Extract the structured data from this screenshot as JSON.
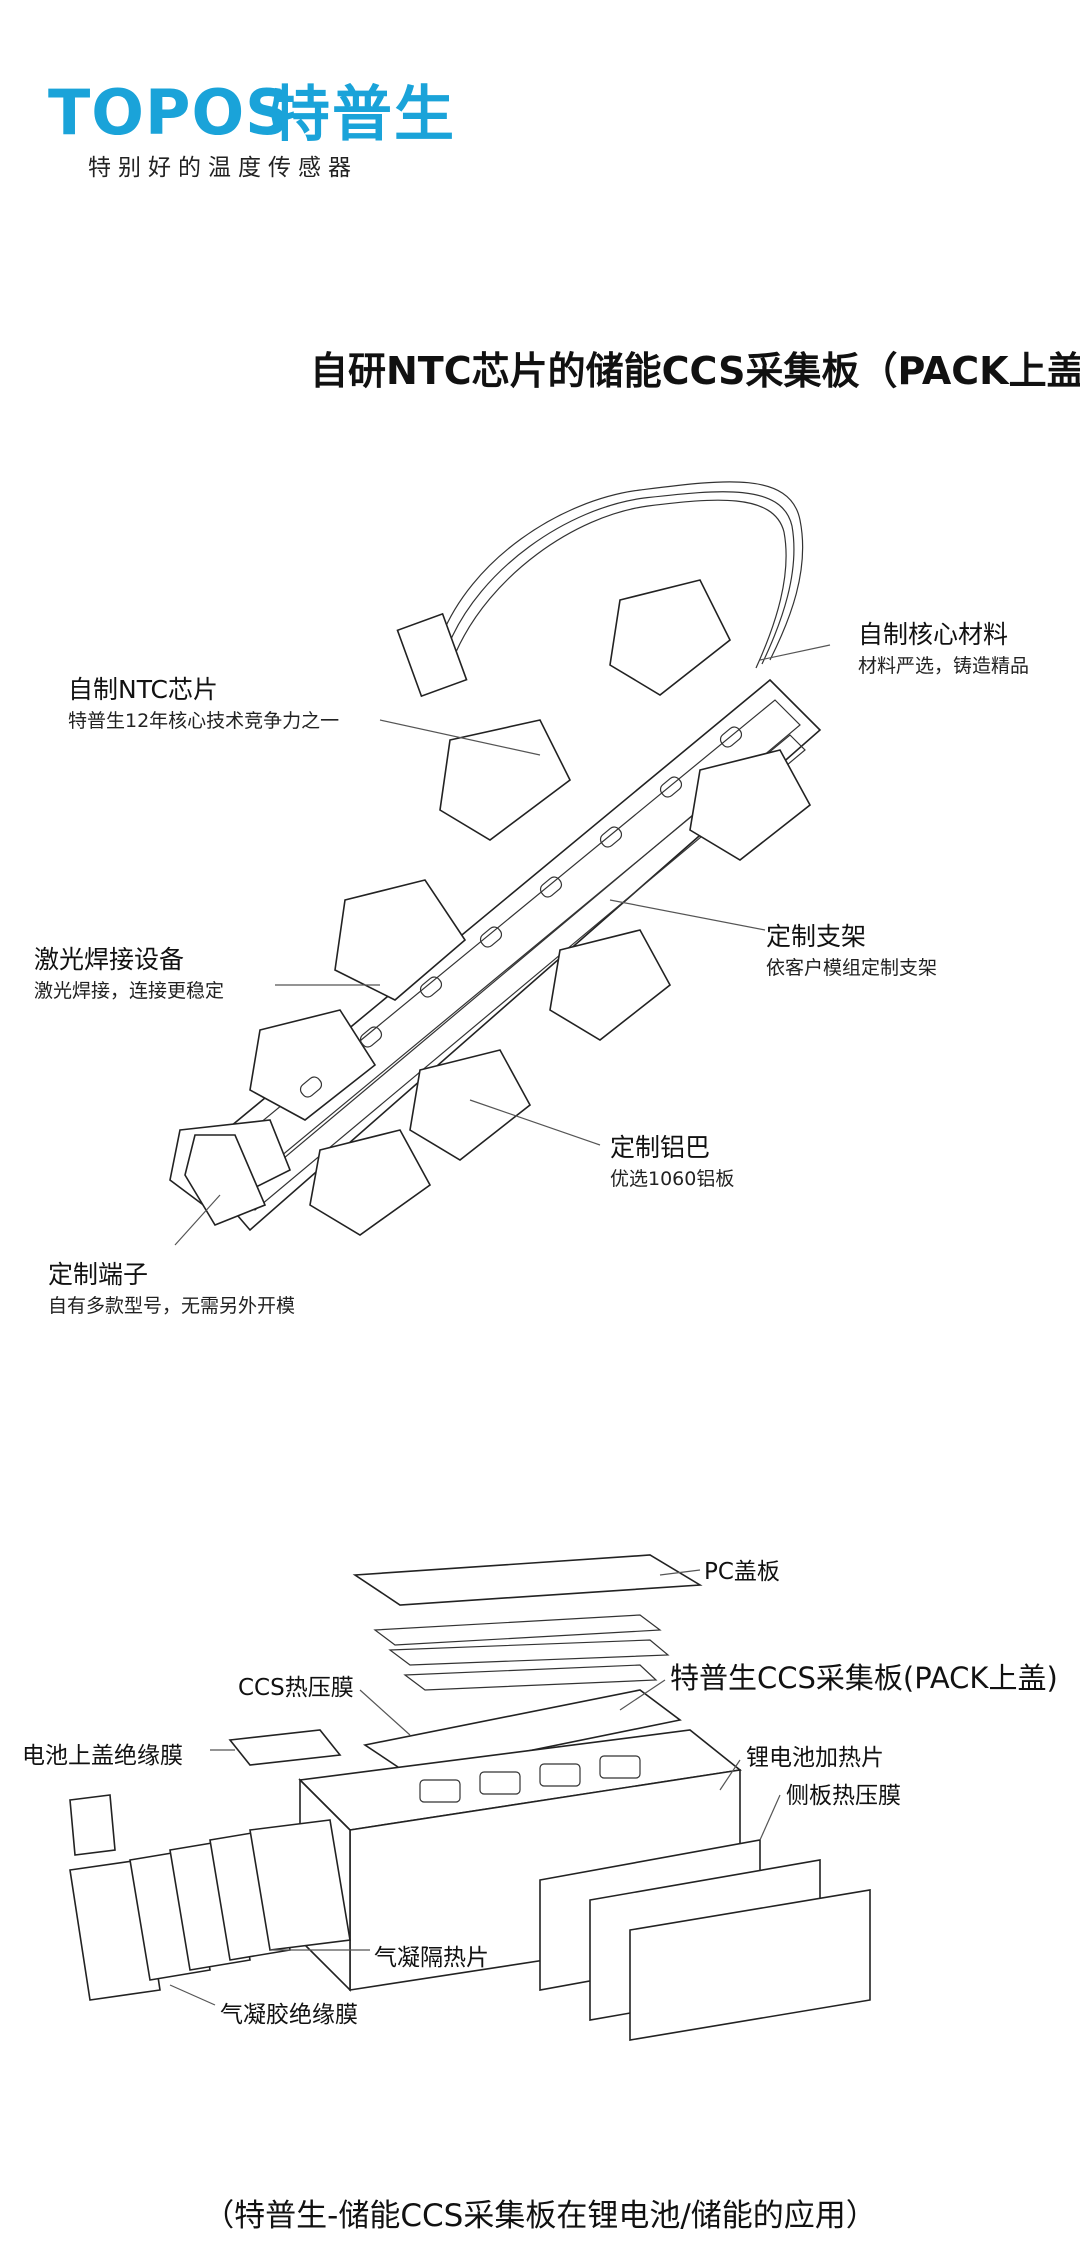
{
  "brand": {
    "wordmark": "TOPOS",
    "name_cn": "特普生",
    "tagline": "特别好的温度传感器",
    "color": "#1aa3d9"
  },
  "main_title": "自研NTC芯片的储能CCS采集板（PACK上盖）",
  "callouts": [
    {
      "title": "自制NTC芯片",
      "subtitle": "特普生12年核心技术竞争力之一"
    },
    {
      "title": "自制核心材料",
      "subtitle": "材料严选，铸造精品"
    },
    {
      "title": "激光焊接设备",
      "subtitle": "激光焊接，连接更稳定"
    },
    {
      "title": "定制支架",
      "subtitle": "依客户模组定制支架"
    },
    {
      "title": "定制铝巴",
      "subtitle": "优选1060铝板"
    },
    {
      "title": "定制端子",
      "subtitle": "自有多款型号，无需另外开模"
    }
  ],
  "exploded_labels": {
    "pc_cover": "PC盖板",
    "ccs_film": "CCS热压膜",
    "ccs_board": "特普生CCS采集板(PACK上盖)",
    "battery_cover_film": "电池上盖绝缘膜",
    "heater": "锂电池加热片",
    "side_film": "侧板热压膜",
    "aerogel_heat": "气凝隔热片",
    "aerogel_insulation": "气凝胶绝缘膜"
  },
  "caption": "（特普生-储能CCS采集板在锂电池/储能的应用）"
}
